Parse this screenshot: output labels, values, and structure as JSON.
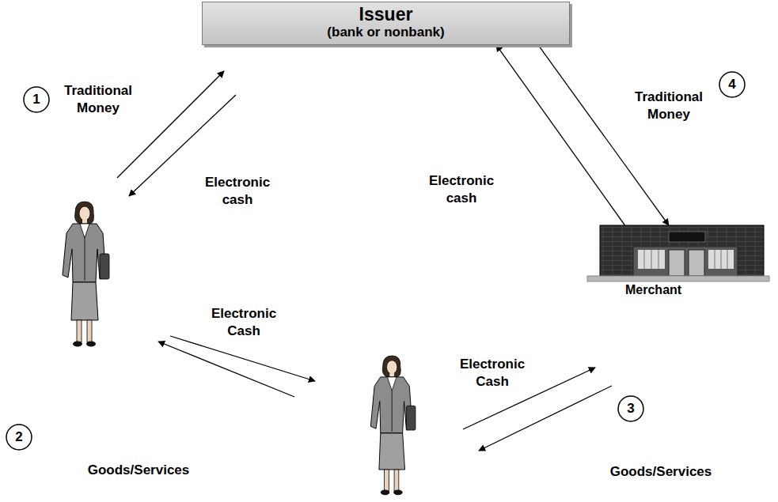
{
  "diagram": {
    "nodes": [
      {
        "text": [
          "Issuer",
          "(bank or nonbank)"
        ]
      },
      {
        "text": [
          "Merchant"
        ]
      }
    ],
    "edges": [
      {
        "from": 1,
        "to": 0,
        "label": "Electronic cash",
        "arrow": "to"
      },
      {
        "from": 0,
        "to": 1,
        "label": "Traditional Money",
        "arrow": "to"
      }
    ],
    "labels": [
      "1",
      "Traditional Money",
      "Electronic cash",
      "4",
      "Electronic Cash",
      "Goods/Services",
      "2",
      "Electronic Cash",
      "Goods/Services",
      "3"
    ]
  }
}
